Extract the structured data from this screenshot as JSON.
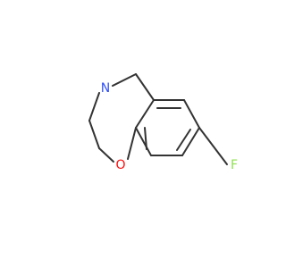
{
  "molecule": {
    "atoms": {
      "n_label": "N",
      "o_label": "O",
      "f_label": "F"
    },
    "colors": {
      "bond": "#333333",
      "nitrogen": "#3050F8",
      "oxygen": "#FF0D0D",
      "fluorine": "#90E050"
    }
  }
}
